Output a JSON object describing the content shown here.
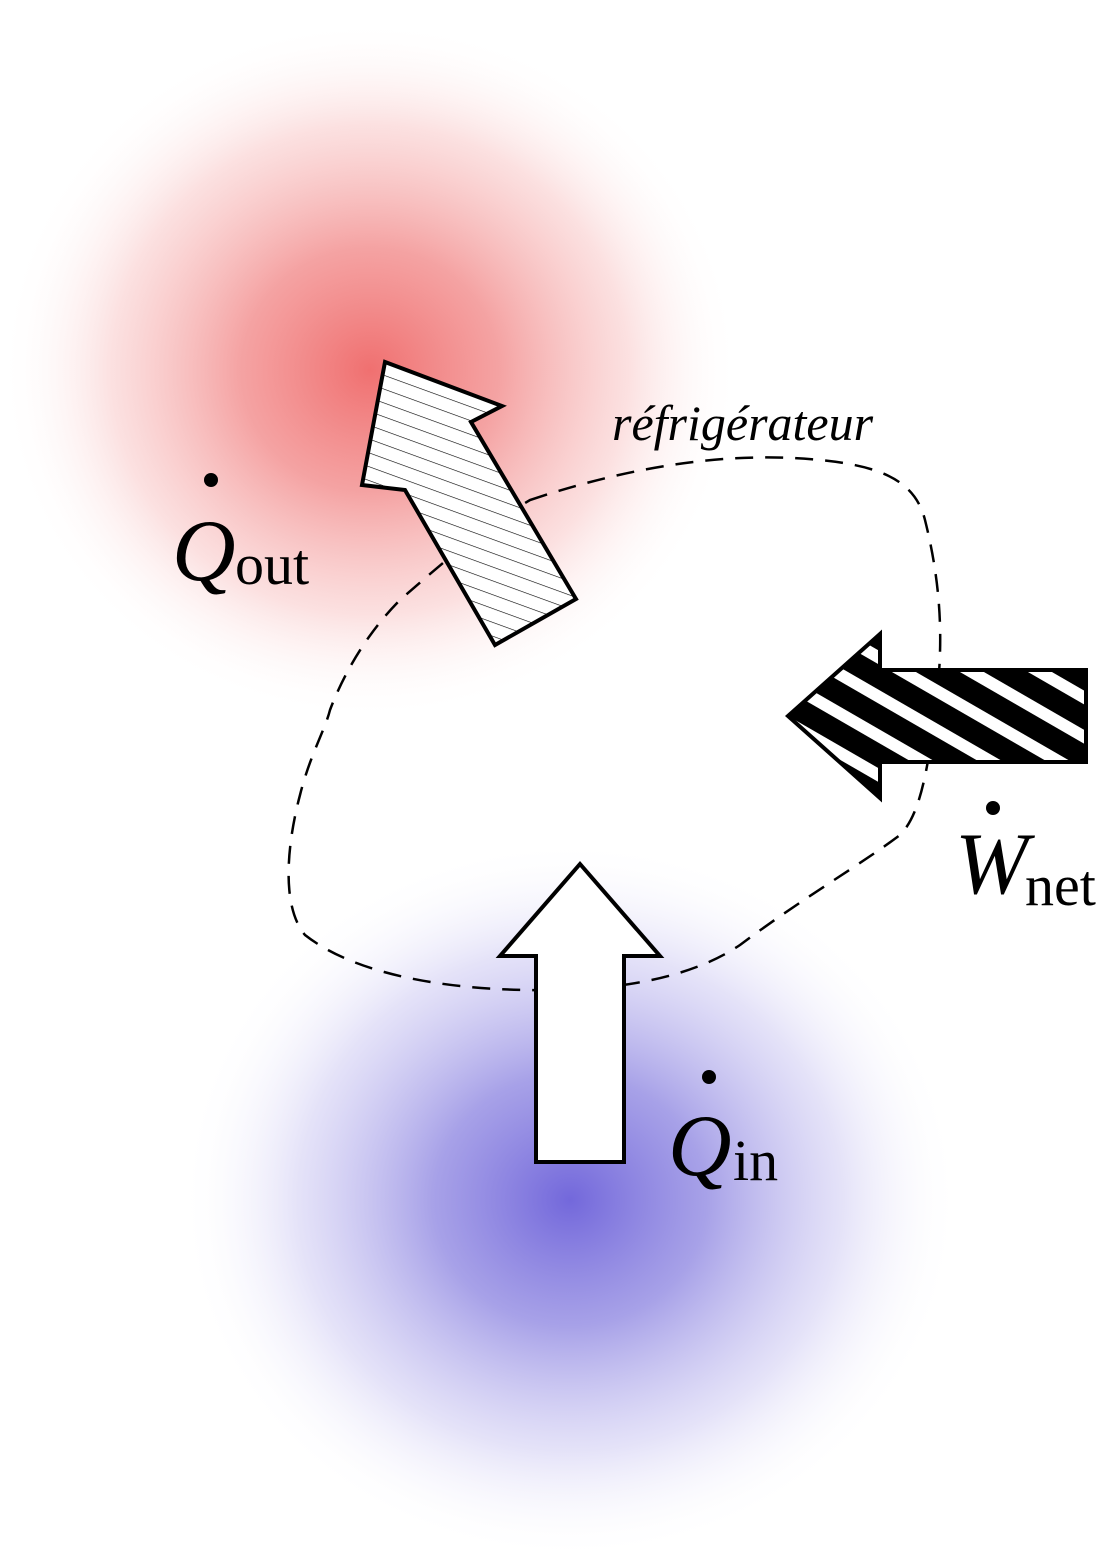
{
  "diagram": {
    "system_label": "réfrigérateur",
    "heat_out": {
      "symbol": "Q",
      "subscript": "out"
    },
    "heat_in": {
      "symbol": "Q",
      "subscript": "in"
    },
    "work": {
      "symbol": "W",
      "subscript": "net"
    }
  },
  "colors": {
    "hot_reservoir": "#f07878",
    "cold_reservoir": "#7b72db",
    "outline": "#000000",
    "background": "#ffffff"
  }
}
